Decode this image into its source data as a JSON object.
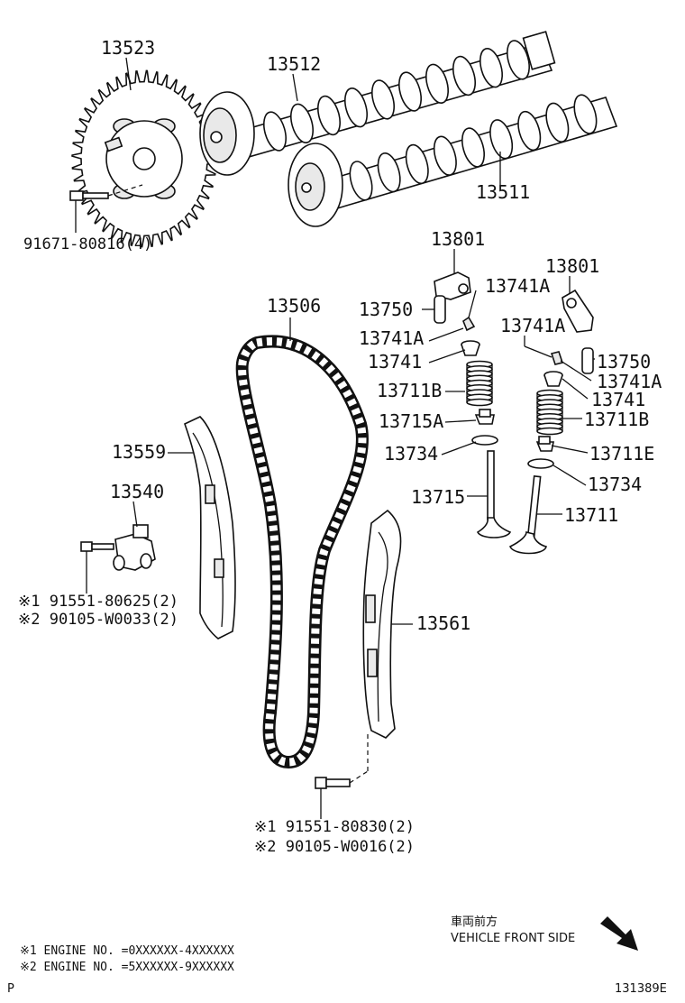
{
  "labels": {
    "p13523": "13523",
    "p13512": "13512",
    "p13511": "13511",
    "bolt_cam": "91671-80816(4)",
    "p13801_a": "13801",
    "p13801_b": "13801",
    "p13750_a": "13750",
    "p13750_b": "13750",
    "p13741A_a": "13741A",
    "p13741A_b": "13741A",
    "p13741A_c": "13741A",
    "p13741A_d": "13741A",
    "p13741_a": "13741",
    "p13741_b": "13741",
    "p13711B_a": "13711B",
    "p13711B_b": "13711B",
    "p13715A": "13715A",
    "p13711E": "13711E",
    "p13734_a": "13734",
    "p13734_b": "13734",
    "p13715": "13715",
    "p13711": "13711",
    "p13506": "13506",
    "p13559": "13559",
    "p13540": "13540",
    "p13561": "13561",
    "tensioner_bolt_1": "※1 91551-80625(2)",
    "tensioner_bolt_2": "※2 90105-W0033(2)",
    "guide_bolt_1": "※1 91551-80830(2)",
    "guide_bolt_2": "※2 90105-W0016(2)"
  },
  "direction": {
    "jp": "車両前方",
    "en": "VEHICLE FRONT SIDE"
  },
  "notes": {
    "note1": "※1 ENGINE NO. =0XXXXXX-4XXXXXX",
    "note2": "※2 ENGINE NO. =5XXXXXX-9XXXXXX"
  },
  "footer": {
    "left_mark": "P",
    "diagram_code": "131389E"
  }
}
